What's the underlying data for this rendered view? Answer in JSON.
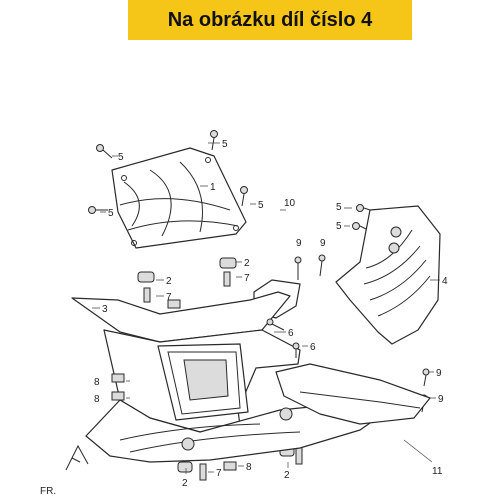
{
  "banner": {
    "text": "Na obrázku díl číslo 4",
    "bg_color": "#f5c518"
  },
  "diagram": {
    "orientation_label": "FR.",
    "callouts": [
      "5",
      "5",
      "1",
      "5",
      "5",
      "10",
      "5",
      "5",
      "9",
      "9",
      "4",
      "2",
      "2",
      "7",
      "7",
      "3",
      "6",
      "6",
      "8",
      "8",
      "9",
      "9",
      "2",
      "2",
      "7",
      "8",
      "11"
    ]
  }
}
